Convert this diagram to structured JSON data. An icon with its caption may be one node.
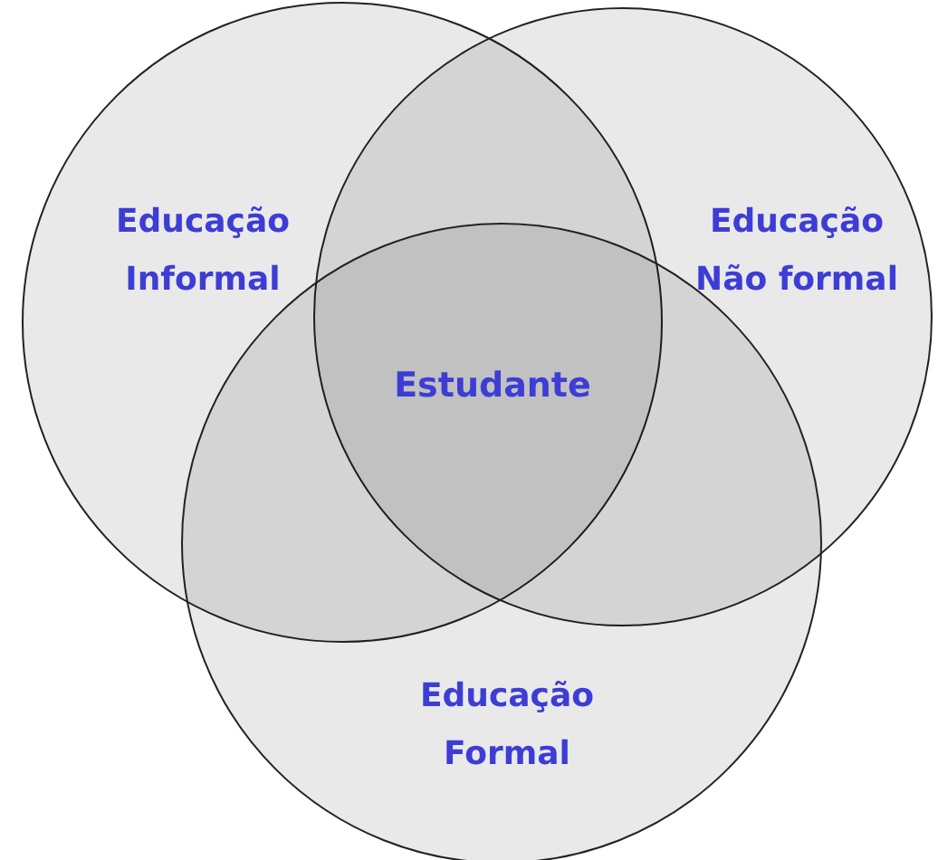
{
  "diagram": {
    "nodes": [
      {
        "text": [
          "Educação Informal"
        ]
      },
      {
        "text": [
          "Educação Não formal"
        ]
      },
      {
        "text": [
          "Educação Formal"
        ]
      }
    ],
    "labels": [
      "Estudante"
    ]
  }
}
